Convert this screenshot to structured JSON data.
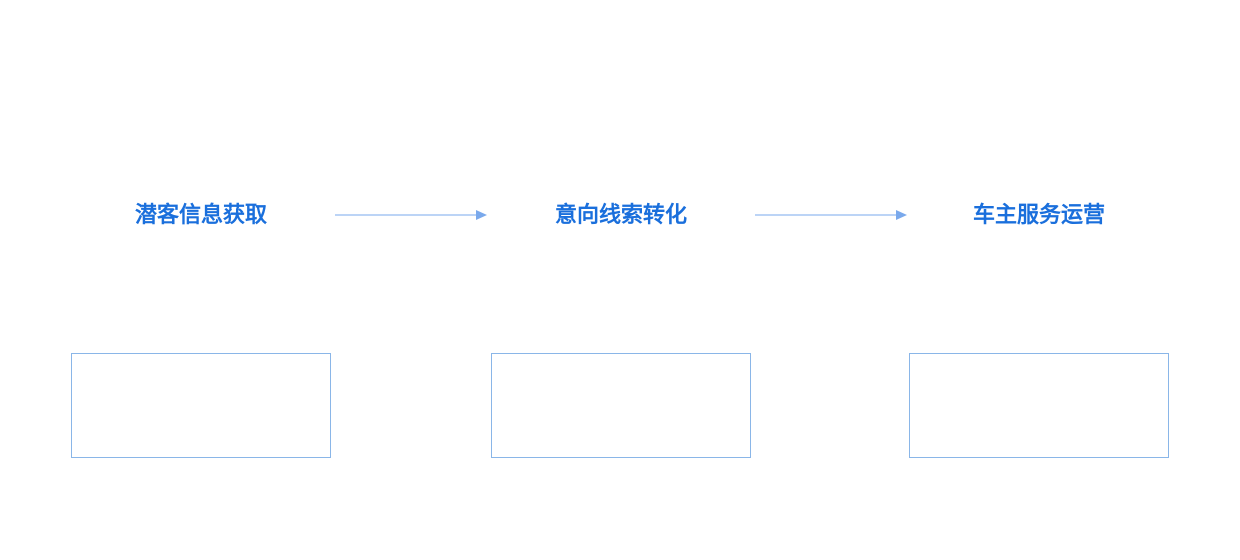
{
  "colors": {
    "title": "#1a6fdc",
    "arrow": "#7aa9ec",
    "box_border": "#8ab6e8"
  },
  "flow": {
    "steps": [
      {
        "title": "潜客信息获取"
      },
      {
        "title": "意向线索转化"
      },
      {
        "title": "车主服务运营"
      }
    ],
    "arrows": [
      {
        "from": "潜客信息获取",
        "to": "意向线索转化"
      },
      {
        "from": "意向线索转化",
        "to": "车主服务运营"
      }
    ]
  }
}
